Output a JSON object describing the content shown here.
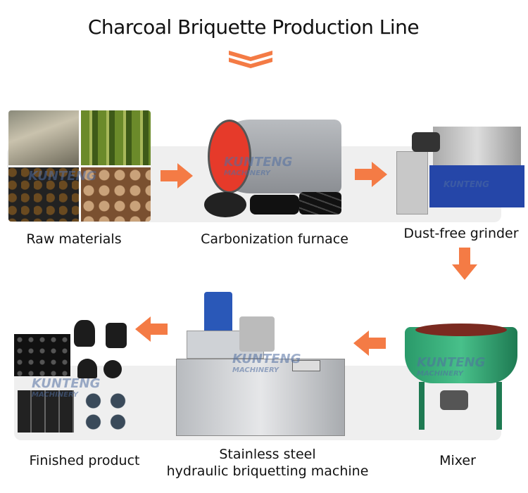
{
  "title": "Charcoal Briquette Production Line",
  "accent": "#f47b45",
  "watermark": {
    "brand": "KUNTENG",
    "sub": "MACHINERY"
  },
  "steps": [
    {
      "label": "Raw materials"
    },
    {
      "label": "Carbonization furnace"
    },
    {
      "label": "Dust-free grinder"
    },
    {
      "label": "Mixer"
    },
    {
      "label": "Stainless steel hydraulic briquetting machine",
      "line1": "Stainless steel",
      "line2": "hydraulic briquetting machine"
    },
    {
      "label": "Finished product"
    }
  ]
}
